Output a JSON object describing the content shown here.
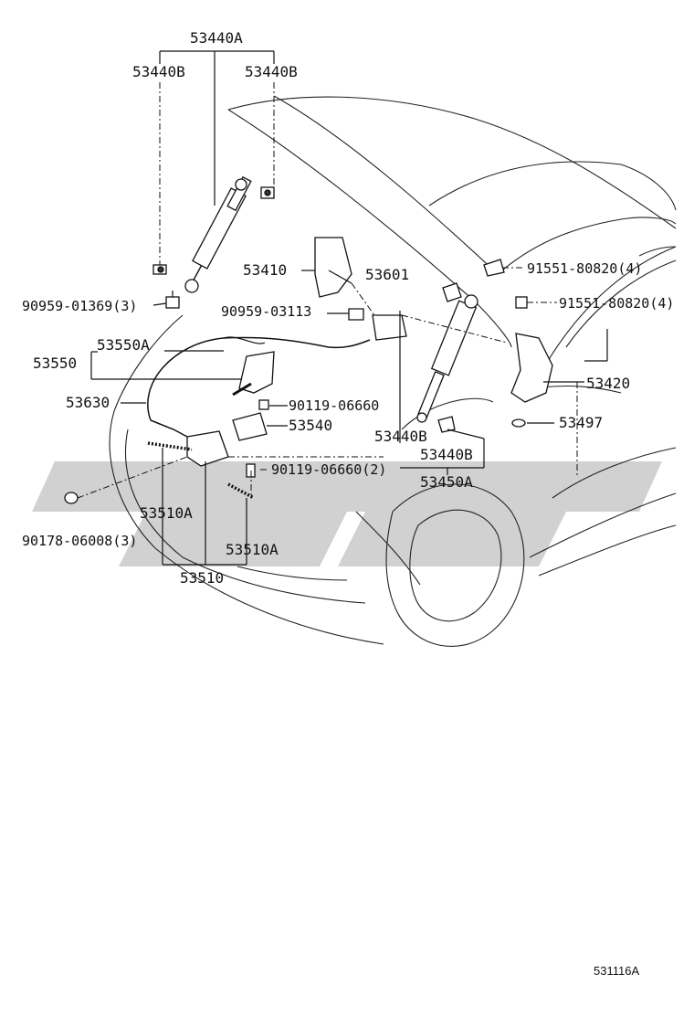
{
  "diagram": {
    "reference_code": "531116A",
    "watermark_color": "#c9c9c9",
    "callouts": {
      "c53440A": "53440A",
      "c53440B_left": "53440B",
      "c53440B_right": "53440B",
      "c53410": "53410",
      "c53601": "53601",
      "c91551_1": "91551-80820(4)",
      "c91551_2": "91551-80820(4)",
      "c90959_01369": "90959-01369(3)",
      "c90959_03113": "90959-03113",
      "c53550": "53550",
      "c53550A": "53550A",
      "c53630": "53630",
      "c90119_1": "90119-06660",
      "c53540": "53540",
      "c53440B_mid1": "53440B",
      "c53440B_mid2": "53440B",
      "c53420": "53420",
      "c53497": "53497",
      "c90119_2": "90119-06660(2)",
      "c53450A": "53450A",
      "c53510A_1": "53510A",
      "c90178": "90178-06008(3)",
      "c53510A_2": "53510A",
      "c53510": "53510"
    }
  }
}
